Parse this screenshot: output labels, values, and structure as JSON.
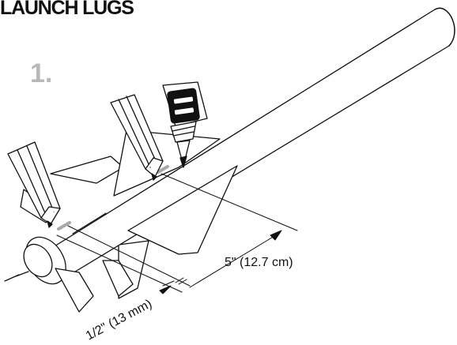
{
  "header": {
    "title": "LAUNCH LUGS"
  },
  "step": {
    "number": "1."
  },
  "dimensions": {
    "long": "5\" (12.7 cm)",
    "short": "1/2\" (13 mm)"
  },
  "icons": [
    "pencil-icon",
    "glue-bottle-icon"
  ],
  "colors": {
    "ink": "#111111",
    "step_gray": "#b8b8b8",
    "mark_gray": "#a8a8a8"
  }
}
